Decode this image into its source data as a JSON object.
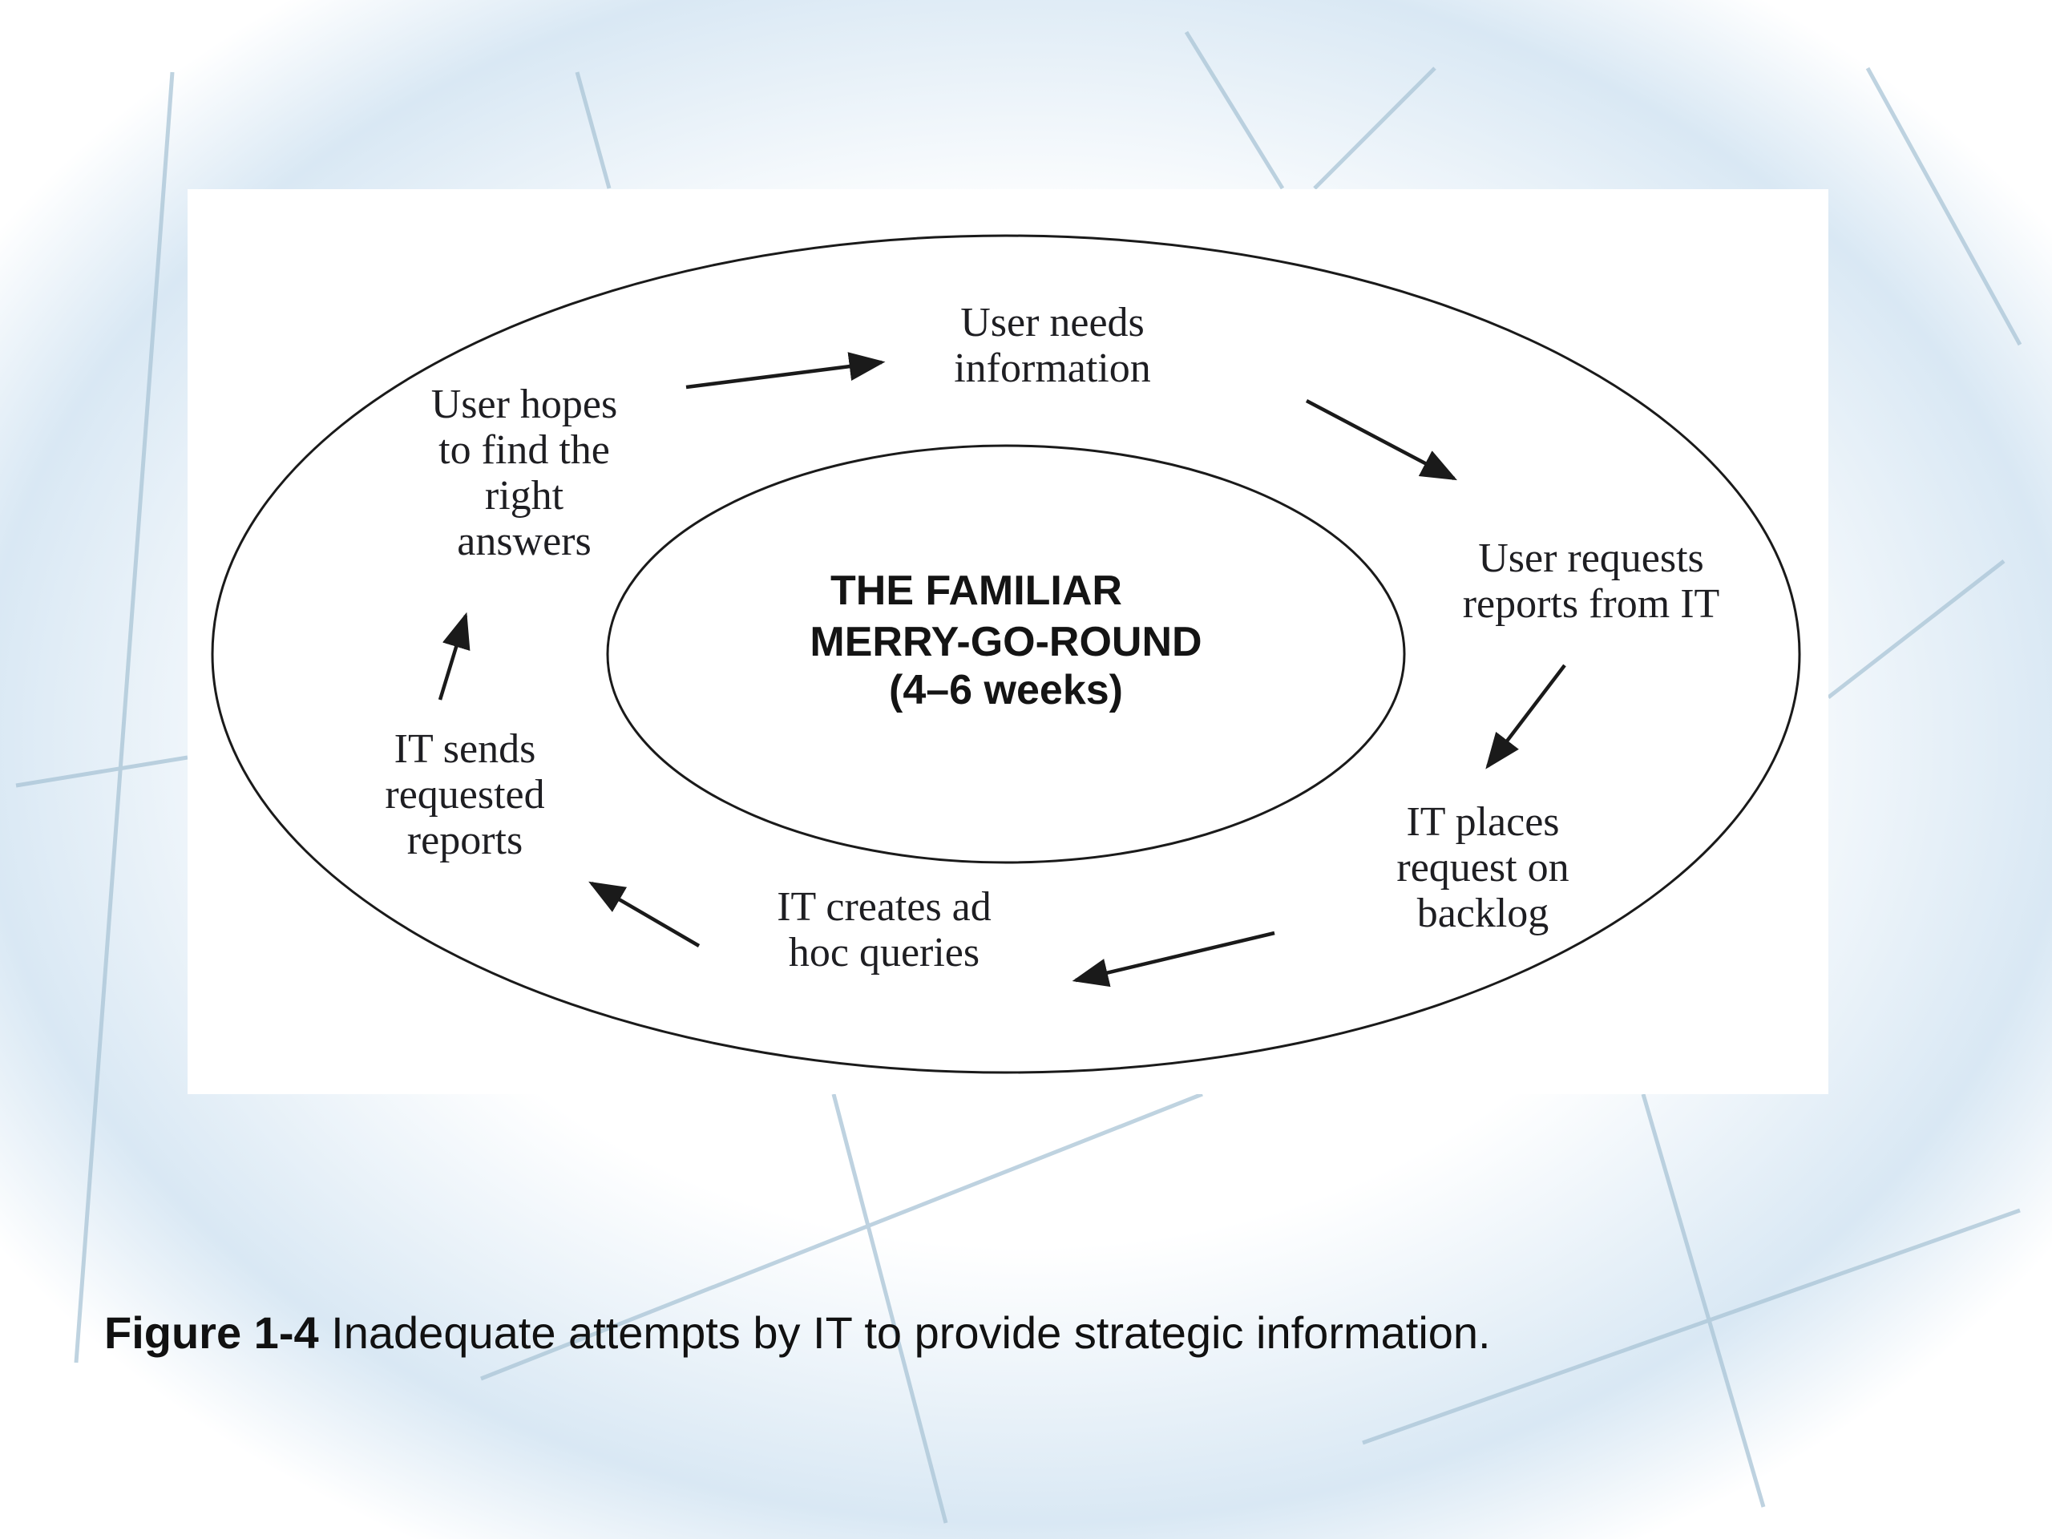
{
  "figure": {
    "center_title": {
      "line1": "THE FAMILIAR",
      "line2": "MERRY-GO-ROUND",
      "line3": "(4–6 weeks)"
    },
    "steps": [
      {
        "id": "user-needs-info",
        "lines": [
          "User needs",
          "information"
        ]
      },
      {
        "id": "user-requests-reports",
        "lines": [
          "User requests",
          "reports from IT"
        ]
      },
      {
        "id": "it-places-backlog",
        "lines": [
          "IT places",
          "request on",
          "backlog"
        ]
      },
      {
        "id": "it-creates-queries",
        "lines": [
          "IT creates ad",
          "hoc queries"
        ]
      },
      {
        "id": "it-sends-reports",
        "lines": [
          "IT sends",
          "requested",
          "reports"
        ]
      },
      {
        "id": "user-hopes",
        "lines": [
          "User hopes",
          "to find the",
          "right",
          "answers"
        ]
      }
    ]
  },
  "caption": {
    "number": "Figure 1-4",
    "text": " Inadequate attempts by IT to provide strategic information."
  },
  "colors": {
    "background_tint": "#cfe2f1",
    "grid_line": "#a9c4d6",
    "stroke": "#1a1a1a",
    "text": "#1e1e22"
  }
}
